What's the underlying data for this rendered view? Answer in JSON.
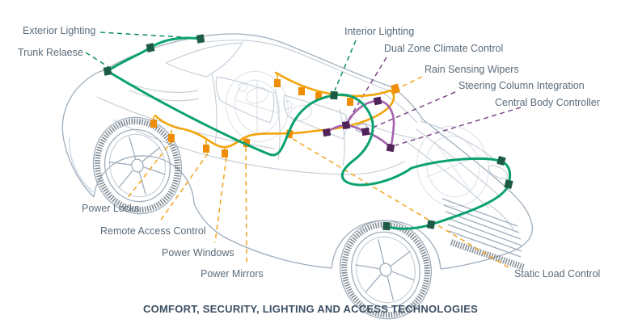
{
  "title": "COMFORT, SECURITY, LIGHTING AND ACCESS TECHNOLOGIES",
  "colors": {
    "green": "#0aa26f",
    "green_node": "#1e5b45",
    "green_dash": "#0e8f63",
    "orange": "#f3a50b",
    "orange_node": "#ef8d07",
    "orange_dash": "#f5a31e",
    "purple": "#a563ae",
    "purple_node": "#512459",
    "purple_dash": "#7c4a87",
    "label_text": "#5b6b79",
    "title_text": "#3c5064",
    "car_line_light": "#c7d0da",
    "car_line_mid": "#9fadbb",
    "car_line_dark": "#5d6974"
  },
  "labels": [
    {
      "id": "exterior-lighting",
      "text": "Exterior Lighting",
      "group": "green"
    },
    {
      "id": "trunk-release",
      "text": "Trunk Relaese",
      "group": "green"
    },
    {
      "id": "interior-lighting",
      "text": "Interior Lighting",
      "group": "green"
    },
    {
      "id": "dual-zone-climate-control",
      "text": "Dual Zone Climate Control",
      "group": "purple"
    },
    {
      "id": "rain-sensing-wipers",
      "text": "Rain Sensing Wipers",
      "group": "orange"
    },
    {
      "id": "steering-column-integration",
      "text": "Steering Column Integration",
      "group": "purple"
    },
    {
      "id": "central-body-controller",
      "text": "Central Body Controller",
      "group": "purple"
    },
    {
      "id": "power-locks",
      "text": "Power Locks",
      "group": "orange"
    },
    {
      "id": "remote-access-control",
      "text": "Remote Access Control",
      "group": "orange"
    },
    {
      "id": "power-windows",
      "text": "Power Windows",
      "group": "orange"
    },
    {
      "id": "power-mirrors",
      "text": "Power Mirrors",
      "group": "orange"
    },
    {
      "id": "static-load-control",
      "text": "Static Load Control",
      "group": "orange"
    }
  ]
}
